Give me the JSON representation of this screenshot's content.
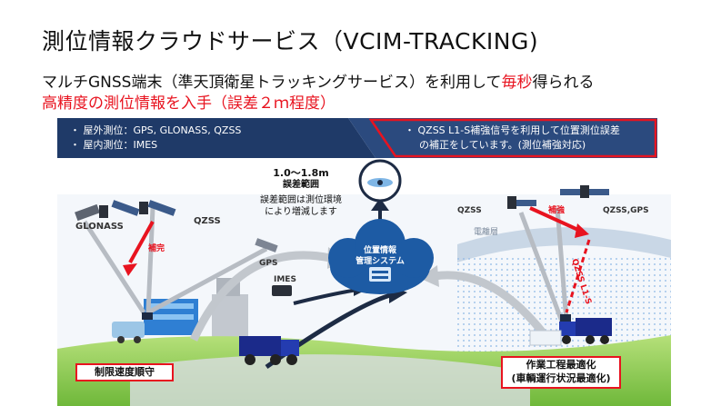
{
  "page": {
    "title": "測位情報クラウドサービス（VCIM-TRACKING)",
    "subtitle_line1_black1": "マルチGNSS端末（準天頂衛星トラッキングサービス）を利用して",
    "subtitle_line1_red": "毎秒",
    "subtitle_line1_black2": "得られる",
    "subtitle_line2": "高精度の測位情報を入手（誤差２ｍ程度）"
  },
  "banner": {
    "left_line1": "・  屋外測位：GPS, GLONASS, QZSS",
    "left_line2": "・  屋内測位：IMES",
    "right_line1": "・  QZSS L1-S補強信号を利用して位置測位誤差",
    "right_line2": "の補正をしています。(測位補強対応)"
  },
  "diagram": {
    "accuracy_range": "1.0～1.8m",
    "accuracy_label": "誤差範囲",
    "accuracy_note1": "誤差範囲は測位環境",
    "accuracy_note2": "により増減します",
    "glonass": "GLONASS",
    "qzss_left": "QZSS",
    "hokan": "補完",
    "gps": "GPS",
    "imes": "IMES",
    "cloud_line1": "位置情報",
    "cloud_line2": "管理システム",
    "qzss_right": "QZSS",
    "hokyo": "補強",
    "qzss_gps": "QZSS,GPS",
    "ionosphere": "電離層",
    "l1s": "QZSS L1-S",
    "speed_limit": "制限速度順守",
    "work_opt1": "作業工程最適化",
    "work_opt2": "(車輌運行状況最適化)"
  },
  "colors": {
    "accent_red": "#e8131f",
    "banner_navy": "#1f3a68",
    "cloud_blue": "#1d5ba4",
    "ground_green": "#8ccf4a"
  }
}
